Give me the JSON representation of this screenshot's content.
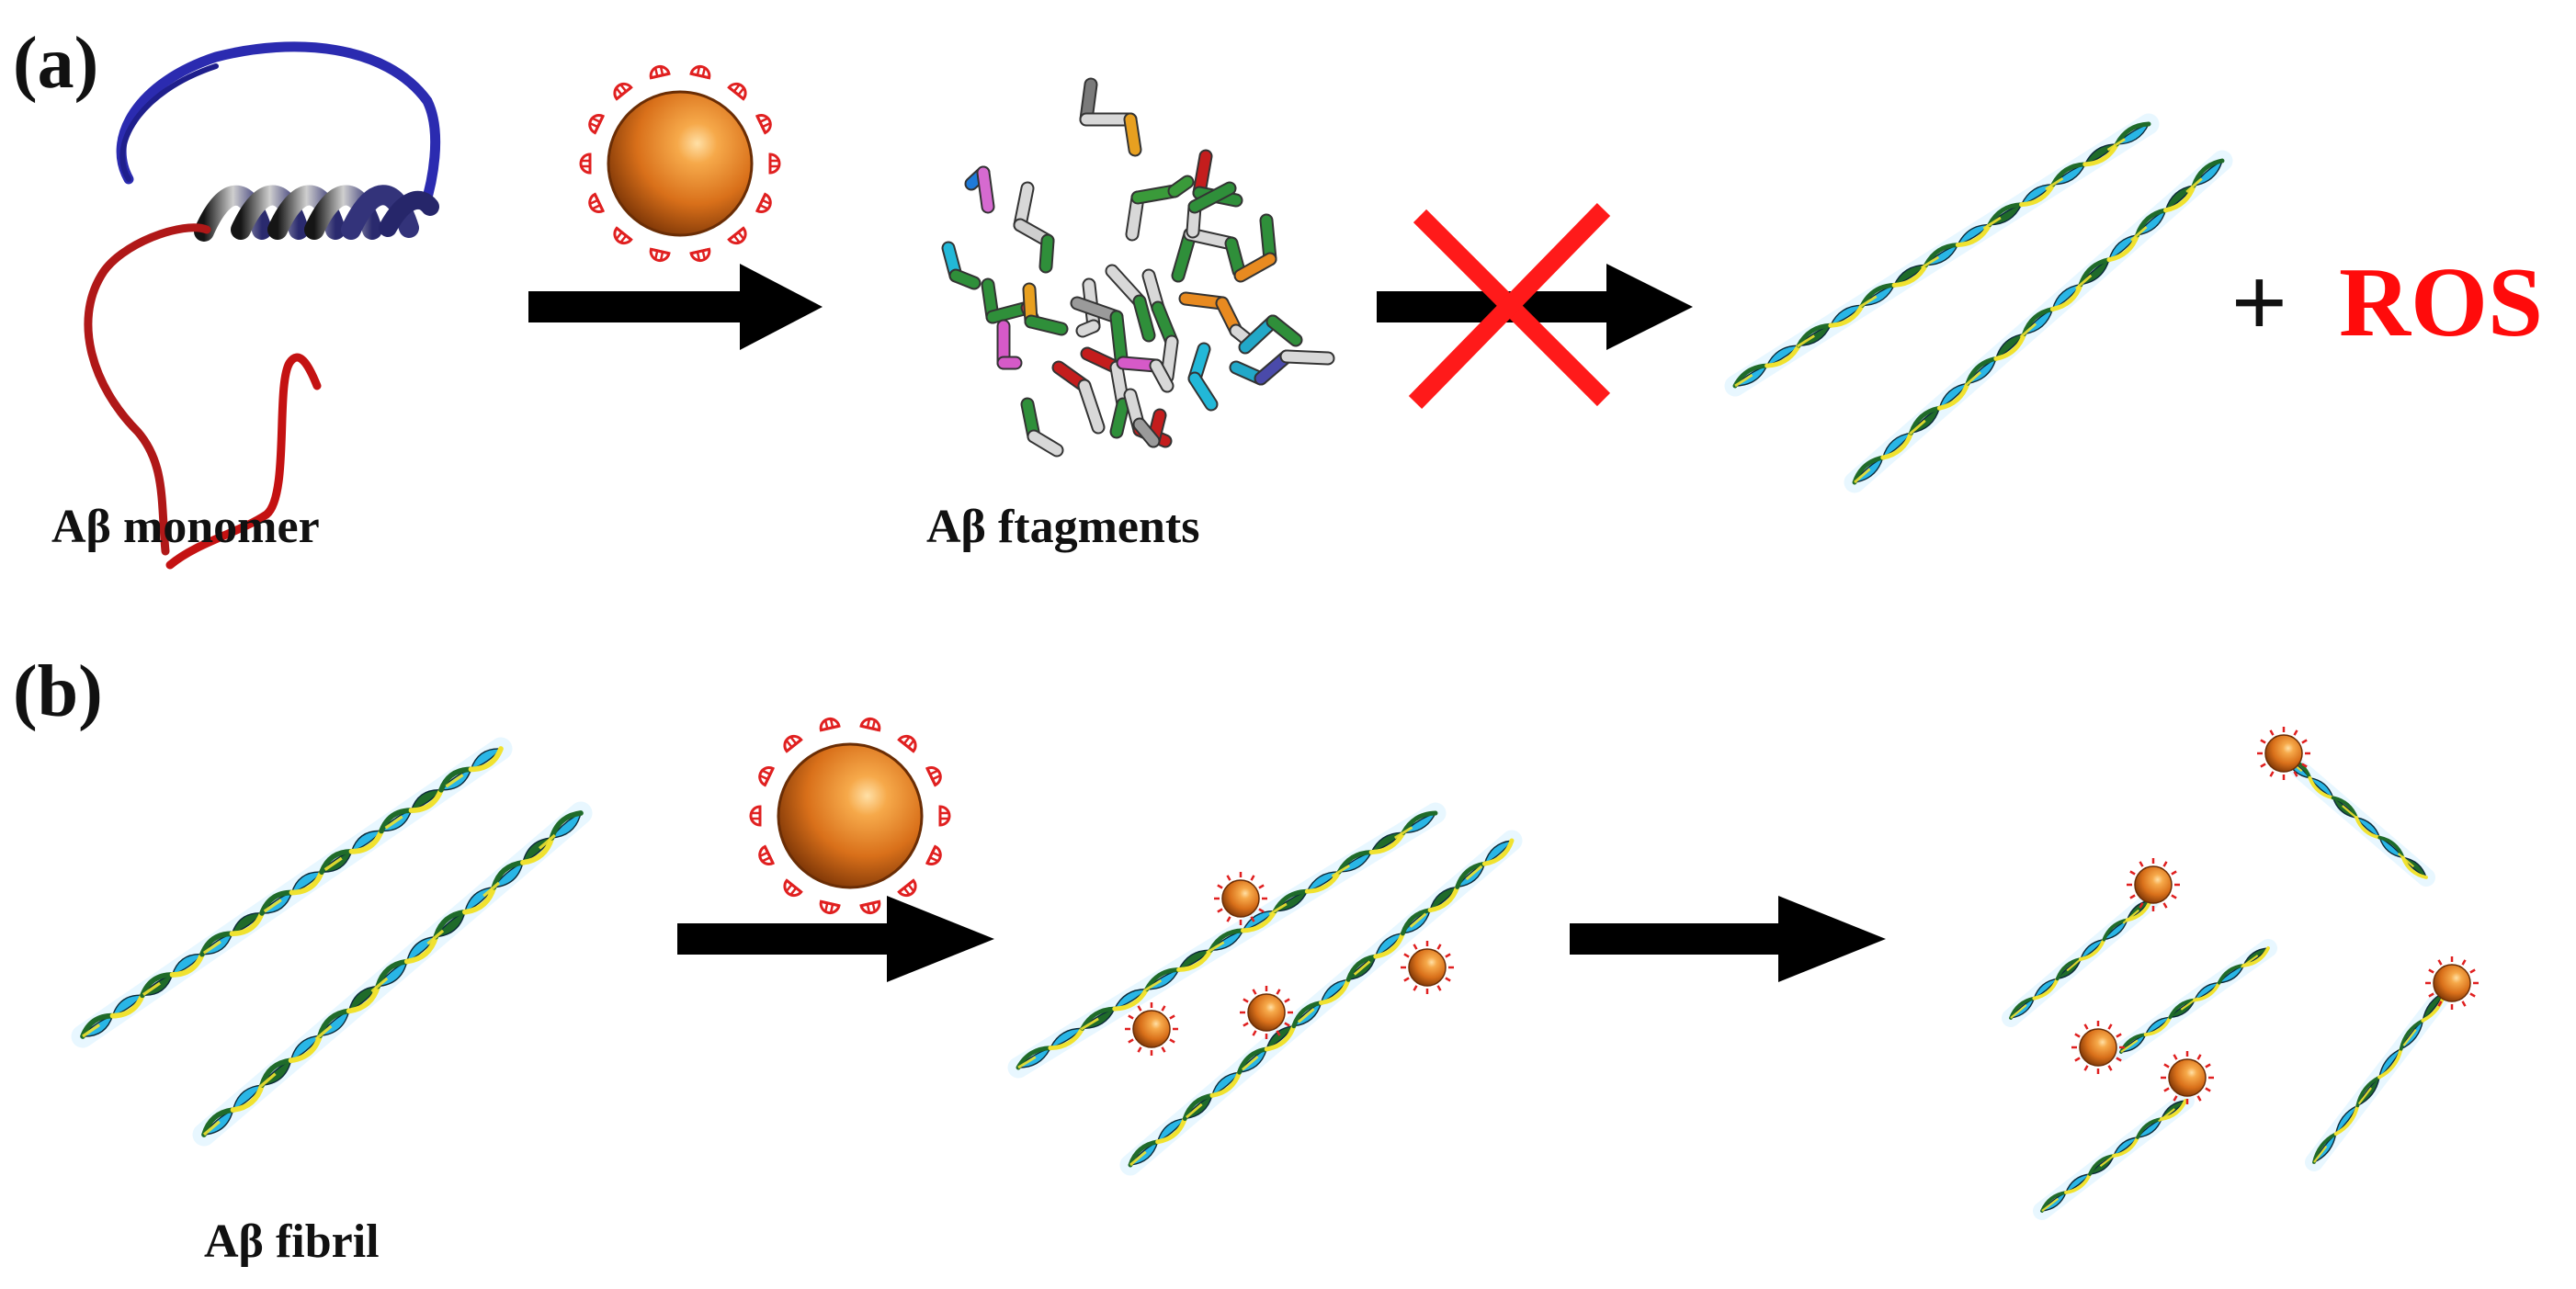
{
  "panel_a": {
    "tag": "(a)",
    "monomer_label": "Aβ monomer",
    "fragments_label": "Aβ ftagments",
    "plus": "+",
    "product": "ROS"
  },
  "panel_b": {
    "tag": "(b)",
    "fibril_label": "Aβ fibril"
  },
  "colors": {
    "arrow": "#000000",
    "cross": "#ff1a1a",
    "ros": "#ff0b0b",
    "nanoparticle": "#d9701a",
    "ligand": "#e02020",
    "fibril_cyan": "#29b6e6",
    "fibril_green": "#1f6b2a",
    "fibril_yellow": "#f0e230"
  },
  "icons": {
    "nanoparticle": "ligand-coated-nanoparticle-icon",
    "monomer": "peptide-ribbon-icon",
    "fragments": "peptide-fragment-sticks-icon",
    "fibril": "twisted-fibril-icon"
  }
}
